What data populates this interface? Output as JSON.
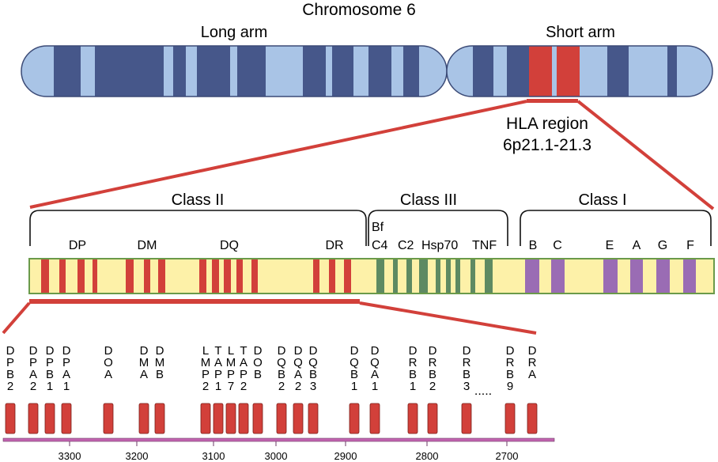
{
  "title": "Chromosome 6",
  "arms": {
    "long": "Long arm",
    "short": "Short arm"
  },
  "hla": {
    "line1": "HLA region",
    "line2": "6p21.1-21.3"
  },
  "classes": {
    "class2": "Class II",
    "class3": "Class III",
    "class1": "Class I"
  },
  "subregions": {
    "class2": [
      "DP",
      "DM",
      "DQ",
      "DR"
    ],
    "class3_top": "Bf",
    "class3": [
      "C4",
      "C2",
      "Hsp70",
      "TNF"
    ],
    "class1": [
      "B",
      "C",
      "E",
      "A",
      "G",
      "F"
    ]
  },
  "genes": [
    {
      "label": [
        "D",
        "P",
        "B",
        "2"
      ]
    },
    {
      "label": [
        "D",
        "P",
        "A",
        "2"
      ]
    },
    {
      "label": [
        "D",
        "P",
        "B",
        "1"
      ]
    },
    {
      "label": [
        "D",
        "P",
        "A",
        "1"
      ]
    },
    {
      "label": [
        "D",
        "O",
        "A"
      ]
    },
    {
      "label": [
        "D",
        "M",
        "A"
      ]
    },
    {
      "label": [
        "D",
        "M",
        "B"
      ]
    },
    {
      "label": [
        "L",
        "M",
        "P",
        "2"
      ]
    },
    {
      "label": [
        "T",
        "A",
        "P",
        "1"
      ]
    },
    {
      "label": [
        "L",
        "M",
        "P",
        "7"
      ]
    },
    {
      "label": [
        "T",
        "A",
        "P",
        "2"
      ]
    },
    {
      "label": [
        "D",
        "O",
        "B"
      ]
    },
    {
      "label": [
        "D",
        "Q",
        "B",
        "2"
      ]
    },
    {
      "label": [
        "D",
        "Q",
        "A",
        "2"
      ]
    },
    {
      "label": [
        "D",
        "Q",
        "B",
        "3"
      ]
    },
    {
      "label": [
        "D",
        "Q",
        "B",
        "1"
      ]
    },
    {
      "label": [
        "D",
        "Q",
        "A",
        "1"
      ]
    },
    {
      "label": [
        "D",
        "R",
        "B",
        "1"
      ]
    },
    {
      "label": [
        "D",
        "R",
        "B",
        "2"
      ]
    },
    {
      "label": [
        "D",
        "R",
        "B",
        "3"
      ]
    },
    {
      "label": [
        "D",
        "R",
        "B",
        "9"
      ]
    },
    {
      "label": [
        "D",
        "R",
        "A"
      ]
    }
  ],
  "ellipsis": ".....",
  "scale_ticks": [
    "3300",
    "3200",
    "3100",
    "3000",
    "2900",
    "2800",
    "2700"
  ],
  "colors": {
    "chrom_light": "#a9c4e6",
    "chrom_dark": "#46578a",
    "hla_red": "#d2403a",
    "band_bg": "#fdf1a8",
    "class3_green": "#5e8a62",
    "class1_purple": "#9a6cb4",
    "axis_pink": "#c264b0"
  }
}
